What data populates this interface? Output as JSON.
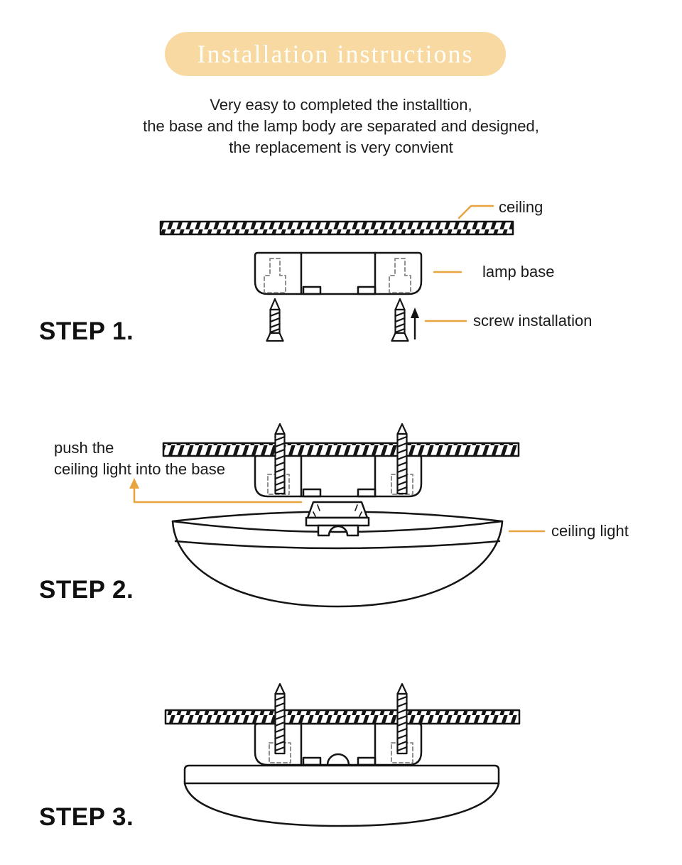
{
  "banner": {
    "title": "Installation instructions"
  },
  "subtitle": {
    "line1": "Very easy to completed the installtion,",
    "line2": "the base and the lamp body are separated and designed,",
    "line3": "the replacement is very convient"
  },
  "step1": {
    "label": "STEP 1.",
    "annotations": {
      "ceiling": "ceiling",
      "lamp_base": "lamp base",
      "screw_installation": "screw installation"
    }
  },
  "step2": {
    "label": "STEP 2.",
    "annotations": {
      "push_line1": "push the",
      "push_line2": "ceiling light into the base",
      "ceiling_light": "ceiling light"
    }
  },
  "step3": {
    "label": "STEP 3."
  },
  "colors": {
    "accent_orange": "#E8A43E",
    "banner_background": "#F8D9A2",
    "line_art": "#141414",
    "dashed_outline": "#909090"
  }
}
